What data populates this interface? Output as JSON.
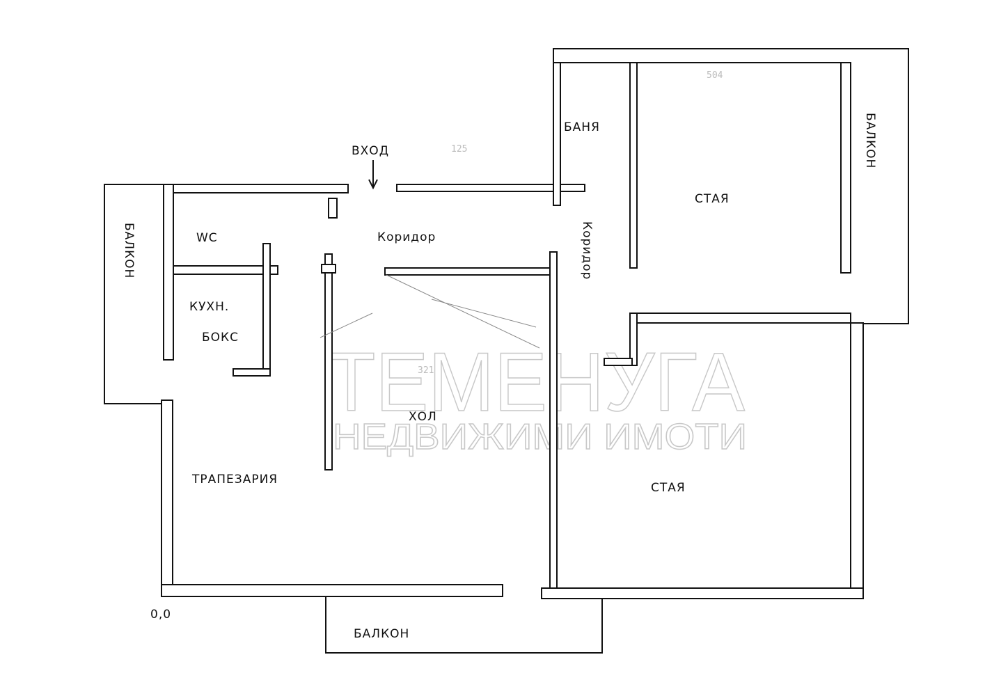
{
  "plan": {
    "labels": {
      "entrance": "ВХОД",
      "corridor_1": "Коридор",
      "corridor_2": "Коридор",
      "bathroom": "БАНЯ",
      "room_1": "СТАЯ",
      "balcony_right": "БАЛКОН",
      "wc": "WC",
      "balcony_left": "БАЛКОН",
      "kitchen_1": "КУХН.",
      "kitchen_2": "БОКС",
      "living": "ХОЛ",
      "dining": "ТРАПЕЗАРИЯ",
      "room_2": "СТАЯ",
      "balcony_bottom": "БАЛКОН",
      "origin": "0,0"
    },
    "dimensions": {
      "room_1_width": "504",
      "entry_width": "125",
      "living_width": "321"
    }
  },
  "watermark": {
    "brand": "ТЕМЕНУГА",
    "subtitle": "НЕДВИЖИМИ ИМОТИ"
  },
  "colors": {
    "wall": "#111111",
    "background": "#ffffff",
    "watermark": "#c8c8c8"
  }
}
